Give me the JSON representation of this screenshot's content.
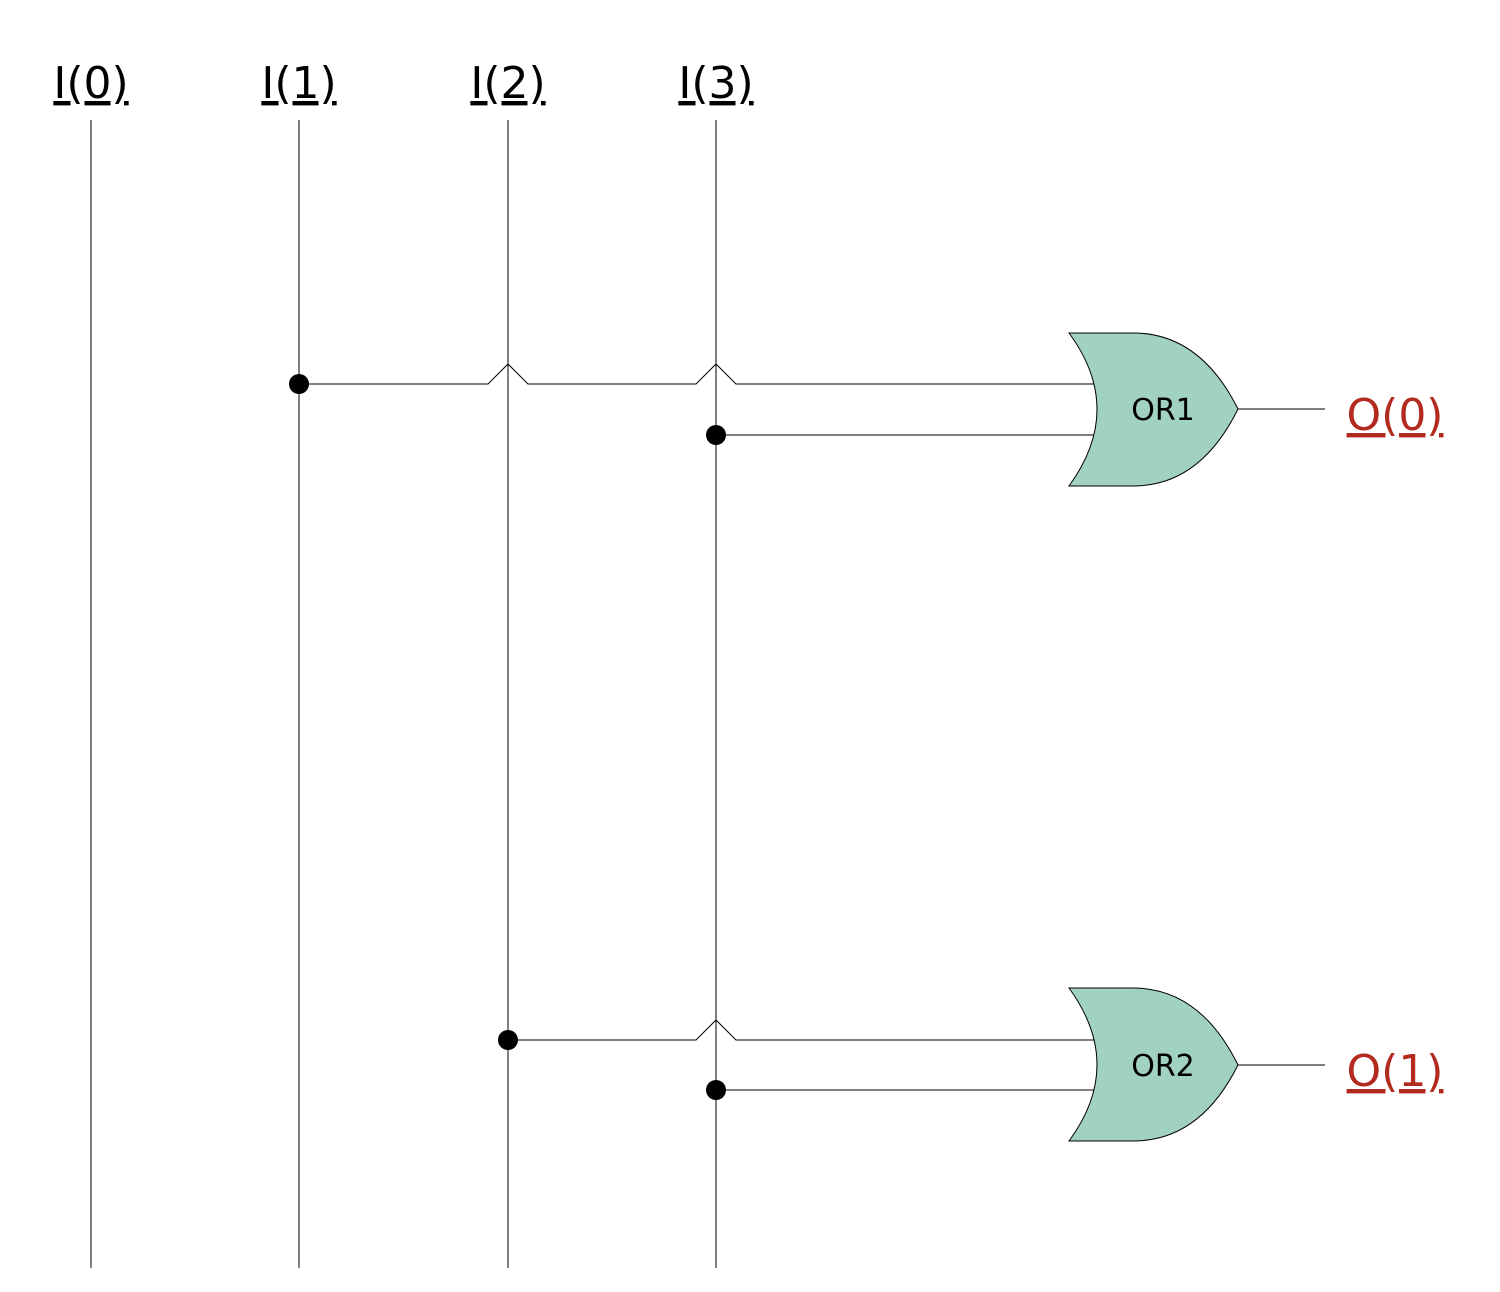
{
  "inputs": [
    {
      "label": "I(0)"
    },
    {
      "label": "I(1)"
    },
    {
      "label": "I(2)"
    },
    {
      "label": "I(3)"
    }
  ],
  "gates": [
    {
      "label": "OR1"
    },
    {
      "label": "OR2"
    }
  ],
  "outputs": [
    {
      "label": "O(0)"
    },
    {
      "label": "O(1)"
    }
  ],
  "colors": {
    "gate_fill": "#a1d1c0",
    "output_text": "#b32a1e",
    "input_text": "#000000",
    "wire": "#000000"
  }
}
